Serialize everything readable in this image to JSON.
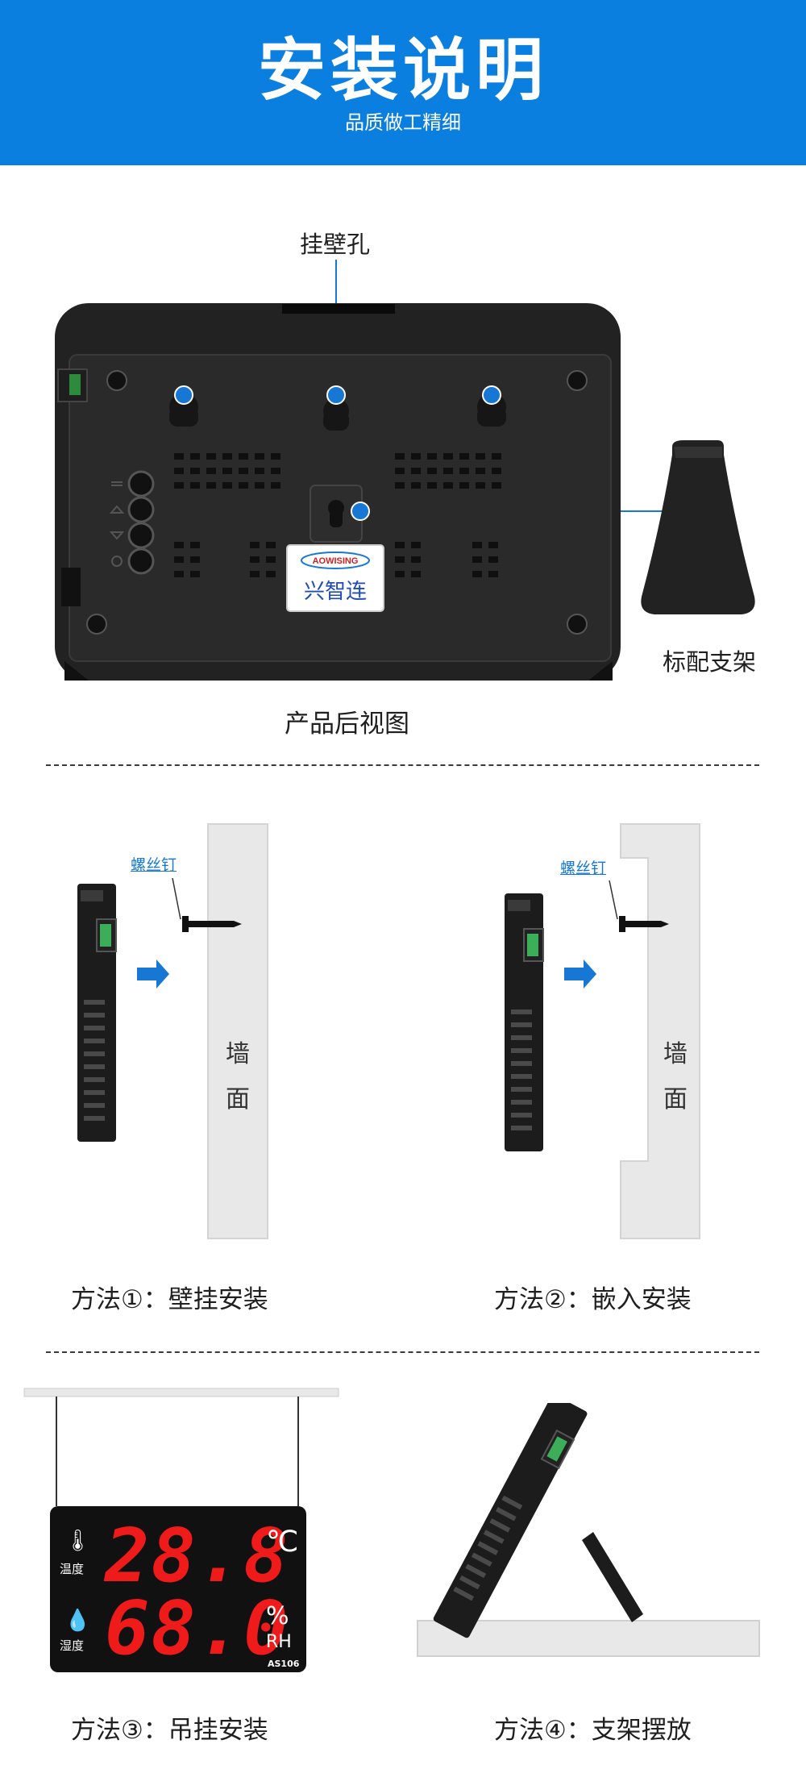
{
  "header": {
    "title": "安装说明",
    "subtitle": "品质做工精细"
  },
  "rear_view": {
    "hang_hole_label": "挂壁孔",
    "stand_label": "标配支架",
    "caption": "产品后视图",
    "brand_en": "AOWISING",
    "brand_cn": "兴智连"
  },
  "methods": {
    "screw_label": "螺丝钉",
    "wall_text_1": "墙",
    "wall_text_2": "面",
    "method1": "方法①：壁挂安装",
    "method2": "方法②：嵌入安装",
    "method3": "方法③：吊挂安装",
    "method4": "方法④：支架摆放"
  },
  "display": {
    "temp_value": "28.8",
    "temp_unit": "℃",
    "temp_label": "温度",
    "humidity_value": "68.0",
    "humidity_unit_top": "%",
    "humidity_unit_bottom": "RH",
    "humidity_label": "湿度",
    "model": "AS106"
  },
  "colors": {
    "header_blue": "#0b7fe0",
    "accent_blue": "#1678d4",
    "led_red": "#ef1a1a",
    "device_black": "#1c1c1c"
  }
}
